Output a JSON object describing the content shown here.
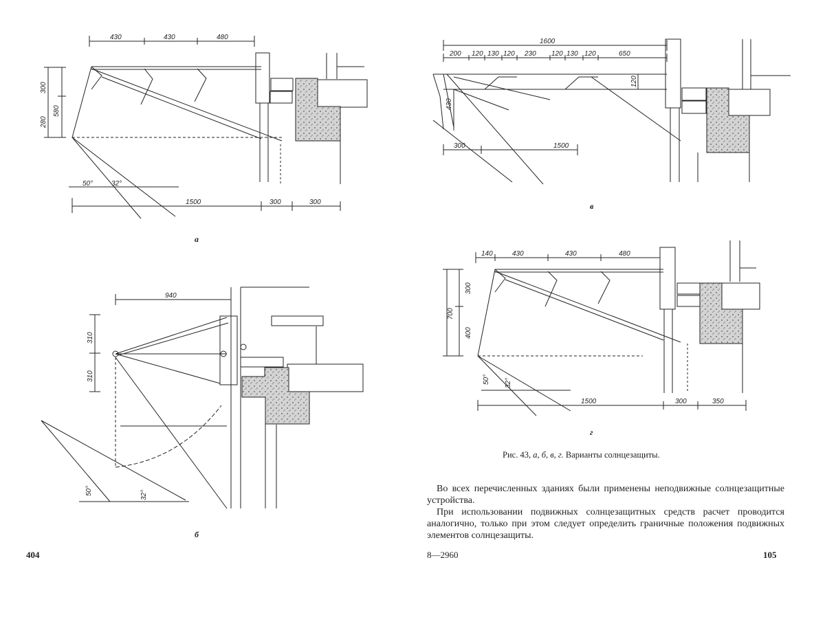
{
  "left_page": {
    "page_number": "404",
    "figure_a": {
      "letter": "а",
      "dims_top": [
        "430",
        "430",
        "480"
      ],
      "dims_left": [
        "300",
        "580",
        "280"
      ],
      "angles": [
        "50°",
        "32°"
      ],
      "dims_bottom": [
        "1500",
        "300",
        "300"
      ]
    },
    "figure_b": {
      "letter": "б",
      "dims_top": [
        "940"
      ],
      "dims_left": [
        "310",
        "310"
      ],
      "angles": [
        "50°",
        "32°"
      ]
    }
  },
  "right_page": {
    "page_number": "105",
    "signature": "8—2960",
    "figure_v": {
      "letter": "в",
      "dim_total": "1600",
      "dims_top": [
        "200",
        "120",
        "130",
        "120",
        "230",
        "120",
        "130",
        "120",
        "650"
      ],
      "dims_inner": [
        "120",
        "430"
      ],
      "dims_bottom": [
        "300",
        "1500"
      ]
    },
    "figure_g": {
      "letter": "г",
      "dims_top": [
        "140",
        "430",
        "430",
        "480"
      ],
      "dims_left": [
        "700",
        "300",
        "400"
      ],
      "angles": [
        "50°",
        "32°"
      ],
      "dims_bottom": [
        "1500",
        "300",
        "350"
      ]
    },
    "caption": {
      "label": "Рис. 43,",
      "letters": "а, б, в, г.",
      "text": "Варианты солнцезащиты."
    },
    "paragraphs": [
      "Во всех перечисленных зданиях были применены неподвижные солнцезащитные устройства.",
      "При использовании подвижных солнцезащитных средств расчет проводится аналогично, только при этом следует определить граничные положения подвижных элементов солнцезащиты."
    ]
  }
}
